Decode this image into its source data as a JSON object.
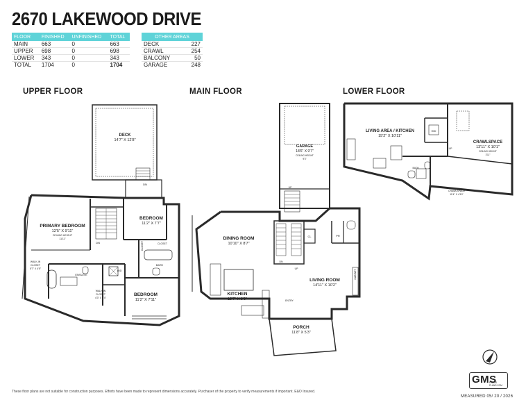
{
  "title": "2670 LAKEWOOD DRIVE",
  "areas": {
    "headers": [
      "FLOOR",
      "FINISHED",
      "UNFINISHED",
      "TOTAL"
    ],
    "rows": [
      [
        "MAIN",
        "663",
        "0",
        "663"
      ],
      [
        "UPPER",
        "698",
        "0",
        "698"
      ],
      [
        "LOWER",
        "343",
        "0",
        "343"
      ],
      [
        "TOTAL",
        "1704",
        "0",
        "1704"
      ]
    ]
  },
  "other_areas": {
    "header": "OTHER AREAS",
    "rows": [
      [
        "DECK",
        "227"
      ],
      [
        "CRAWL",
        "254"
      ],
      [
        "BALCONY",
        "50"
      ],
      [
        "GARAGE",
        "248"
      ]
    ]
  },
  "sections": {
    "upper": "UPPER FLOOR",
    "main": "MAIN FLOOR",
    "lower": "LOWER FLOOR"
  },
  "rooms": {
    "deck": {
      "name": "DECK",
      "dim": "14'7\" X 12'8\""
    },
    "primary_bedroom": {
      "name": "PRIMARY BEDROOM",
      "dim": "12'5\" X 9'11\"",
      "note": "CEILING HEIGHT",
      "note2": "11'11\""
    },
    "bedroom_upper": {
      "name": "BEDROOM",
      "dim": "11'2\" X 7'7\""
    },
    "bedroom_lower": {
      "name": "BEDROOM",
      "dim": "11'2\" X 7'11\""
    },
    "walkin_closet": {
      "name": "WALK-IN",
      "name2": "CLOSET",
      "dim": "5'7\" X 4'5\""
    },
    "walkin_closet2": {
      "name": "WALK-IN",
      "name2": "CLOSET",
      "dim": "4'3\" X 4'4\""
    },
    "ensuite": "ENSUITE",
    "bath_upper": "BATH",
    "closet1": "CLOSET",
    "closet2": "CLOSET",
    "wd_upper": "W/D",
    "dn_upper": "DN",
    "dn_deck": "DN",
    "garage": {
      "name": "GARAGE",
      "dim": "18'6\" X 9'7\"",
      "note": "CEILING HEIGHT",
      "note2": "9'3\""
    },
    "dining": {
      "name": "DINING ROOM",
      "dim": "10'10\" X 8'7\""
    },
    "living": {
      "name": "LIVING ROOM",
      "dim": "14'11\" X 10'2\""
    },
    "kitchen": {
      "name": "KITCHEN",
      "dim": "15'7\" X 8'0\""
    },
    "porch": {
      "name": "PORCH",
      "dim": "11'8\" X 5'3\""
    },
    "entry": "ENTRY",
    "cabinet": "CABINET",
    "pr": "PR",
    "cl": "CL",
    "up_main": "UP",
    "dn_main": "DN",
    "up_main2": "UP",
    "living_kitchen": {
      "name": "LIVING AREA / KITCHEN",
      "dim": "15'2\" X 10'11\""
    },
    "crawlspace": {
      "name": "CRAWLSPACE",
      "dim": "13'11\" X 10'1\"",
      "note": "CEILING HEIGHT",
      "note2": "3'11\""
    },
    "crawlspace2": {
      "name": "CRAWLSPACE",
      "dim": "11'4\" X 4'10\""
    },
    "bath_lower": "BATH",
    "wd_lower": "W/D",
    "up_lower": "UP"
  },
  "footer": "These floor plans are not suitable for construction purposes. Efforts have been made to represent dimensions accurately. Purchaser of the property to verify measurements if important. E&O Insured.",
  "measured": "MEASURED   05/ 20 / 2026",
  "logo": {
    "mark": "GMS",
    "sub": "FLOOR PLANS.COM"
  }
}
